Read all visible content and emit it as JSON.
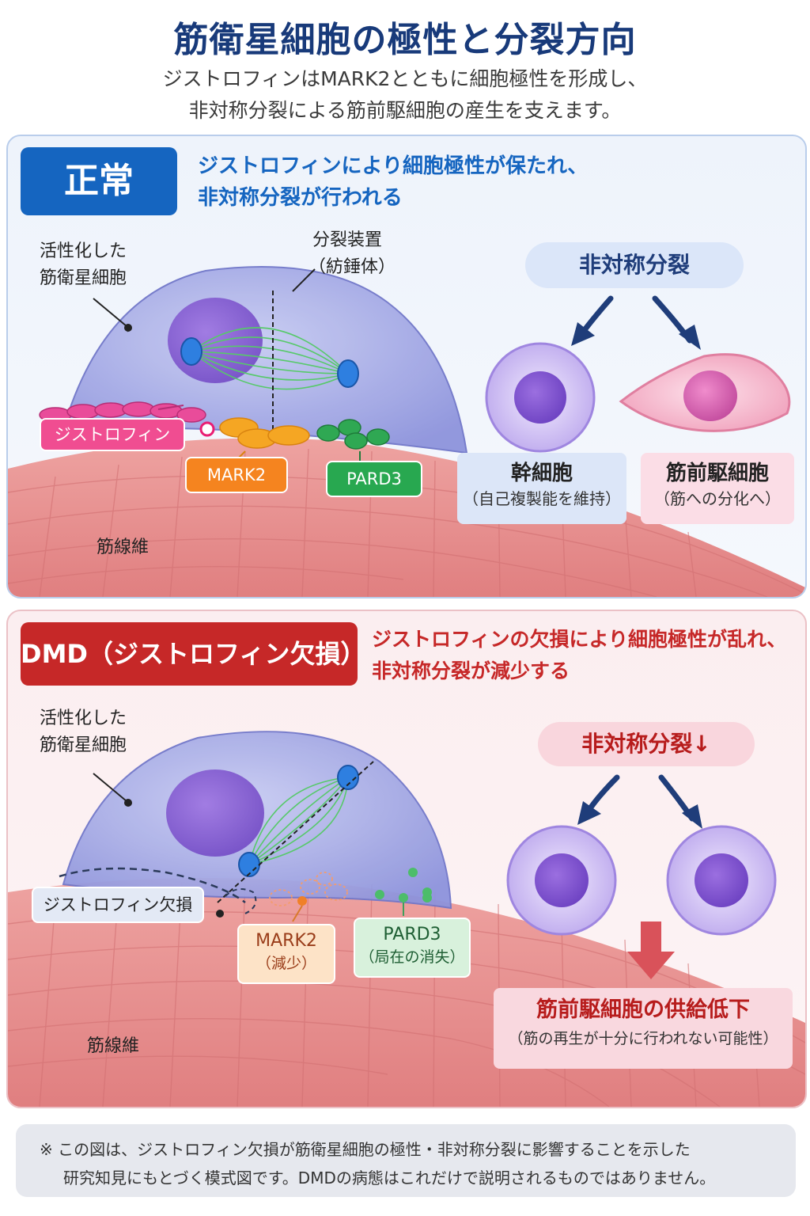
{
  "title": "筋衛星細胞の極性と分裂方向",
  "subtitle": {
    "line1": "ジストロフィンはMARK2とともに細胞極性を形成し、",
    "line2": "非対称分裂による筋前駆細胞の産生を支えます。"
  },
  "normal": {
    "tag": "正常",
    "headline_line1": "ジストロフィンにより細胞極性が保たれ、",
    "headline_line2": "非対称分裂が行われる",
    "cell_label_line1": "活性化した",
    "cell_label_line2": "筋衛星細胞",
    "spindle_label_line1": "分裂装置",
    "spindle_label_line2": "（紡錘体）",
    "dystrophin_label": "ジストロフィン",
    "mark2_label": "MARK2",
    "pard3_label": "PARD3",
    "fiber_label": "筋線維",
    "division_label": "非対称分裂",
    "stem_cell_title": "幹細胞",
    "stem_cell_desc": "（自己複製能を維持）",
    "progenitor_title": "筋前駆細胞",
    "progenitor_desc": "（筋への分化へ）"
  },
  "dmd": {
    "tag": "DMD（ジストロフィン欠損）",
    "headline_line1": "ジストロフィンの欠損により細胞極性が乱れ、",
    "headline_line2": "非対称分裂が減少する",
    "cell_label_line1": "活性化した",
    "cell_label_line2": "筋衛星細胞",
    "dystrophin_missing_label": "ジストロフィン欠損",
    "mark2_label": "MARK2",
    "mark2_note": "（減少）",
    "pard3_label": "PARD3",
    "pard3_note": "（局在の消失）",
    "fiber_label": "筋線維",
    "division_label": "非対称分裂↓",
    "outcome_title": "筋前駆細胞の供給低下",
    "outcome_desc": "（筋の再生が十分に行われない可能性）"
  },
  "footnote": {
    "line1": "※ この図は、ジストロフィン欠損が筋衛星細胞の極性・非対称分裂に影響することを示した",
    "line2": "研究知見にもとづく模式図です。DMDの病態はこれだけで説明されるものではありません。"
  },
  "colors": {
    "title": "#183a7a",
    "normal_accent": "#1565c0",
    "dmd_accent": "#c62828",
    "dystrophin": "#e91e73",
    "mark2": "#f39c1e",
    "pard3": "#2e9e4f",
    "stem_cell": "#8e6fd6",
    "progenitor": "#e97aa0"
  }
}
